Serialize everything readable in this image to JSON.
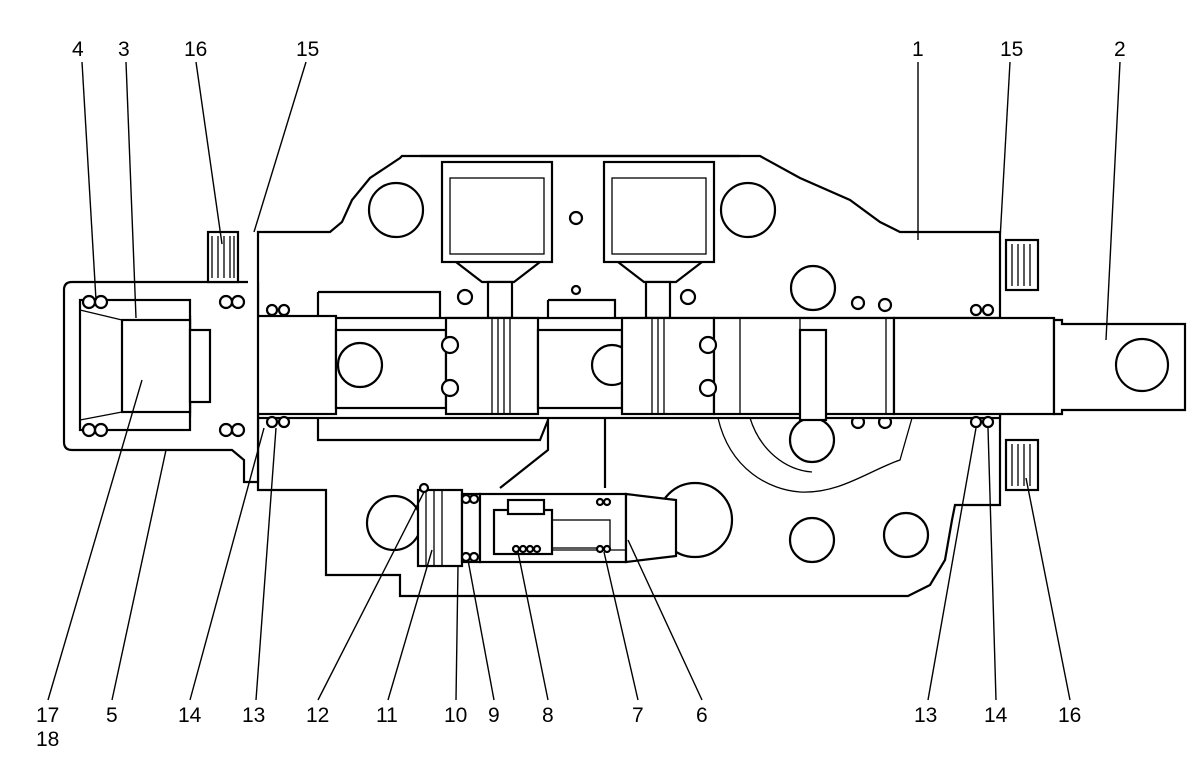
{
  "callouts": {
    "top": [
      "4",
      "3",
      "16",
      "15",
      "1",
      "15",
      "2"
    ],
    "bottom": [
      "17",
      "18",
      "5",
      "14",
      "13",
      "12",
      "11",
      "10",
      "9",
      "8",
      "7",
      "6",
      "13",
      "14",
      "16"
    ]
  }
}
